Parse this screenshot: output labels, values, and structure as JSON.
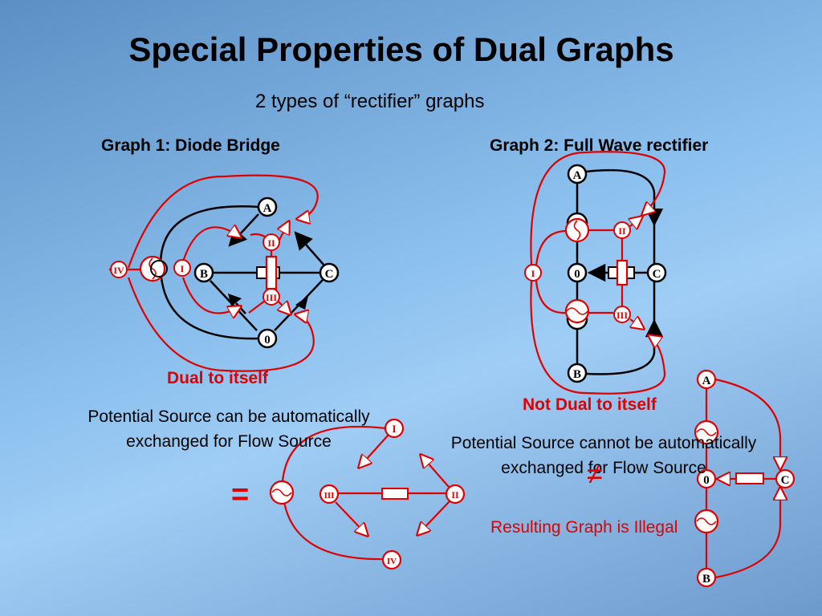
{
  "title": "Special Properties of Dual Graphs",
  "subtitle": "2 types of “rectifier” graphs",
  "graph1": {
    "heading": "Graph 1: Diode Bridge",
    "nodes": {
      "A": "A",
      "B": "B",
      "C": "C",
      "zero": "0"
    },
    "dual_nodes": {
      "I": "I",
      "II": "II",
      "III": "III",
      "IV": "IV"
    },
    "caption": "Dual to itself",
    "description": "Potential Source can be automatically exchanged for Flow Source",
    "equals_symbol": "="
  },
  "graph2": {
    "heading": "Graph 2: Full Wave rectifier",
    "nodes": {
      "A": "A",
      "B": "B",
      "C": "C",
      "zero": "0"
    },
    "dual_nodes": {
      "I": "I",
      "II": "II",
      "III": "III"
    },
    "caption": "Not Dual to itself",
    "description": "Potential Source cannot be automatically exchanged for Flow Source",
    "not_equal_symbol": "≠",
    "result_note": "Resulting Graph is Illegal"
  },
  "dual_graph1": {
    "nodes": {
      "I": "I",
      "II": "II",
      "III": "III",
      "IV": "IV"
    }
  },
  "dual_graph2": {
    "nodes": {
      "A": "A",
      "B": "B",
      "C": "C",
      "zero": "0"
    }
  },
  "colors": {
    "black_graph": "#000000",
    "dual_graph": "#e00000",
    "node_fill_black": "#ffffff",
    "node_fill_red": "#ffffff"
  }
}
